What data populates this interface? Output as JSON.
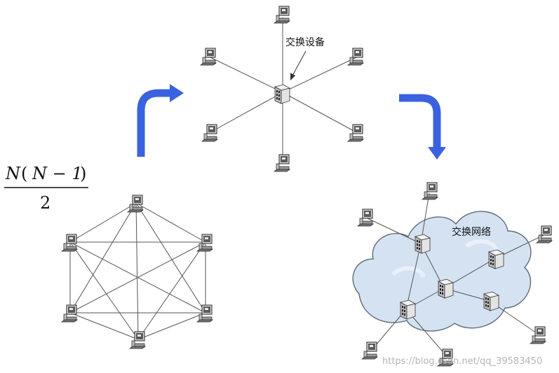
{
  "formula": {
    "numerator_italic_n": "N",
    "numerator_open_paren": "(",
    "numerator_inner": "N − 1",
    "numerator_close_paren": ")",
    "denominator": "2"
  },
  "star_network": {
    "switch_label": "交换设备"
  },
  "cloud_network": {
    "cloud_label": "交换网络"
  },
  "watermark": "https://blog.csdn.net/qq_39583450",
  "colors": {
    "arrow": "#3a62e0",
    "cloud_fill": "#d4e2f2",
    "cloud_stroke": "#5f6b7a",
    "line": "#555555"
  },
  "icons": {
    "node": "computer-icon",
    "switch": "switch-icon"
  }
}
